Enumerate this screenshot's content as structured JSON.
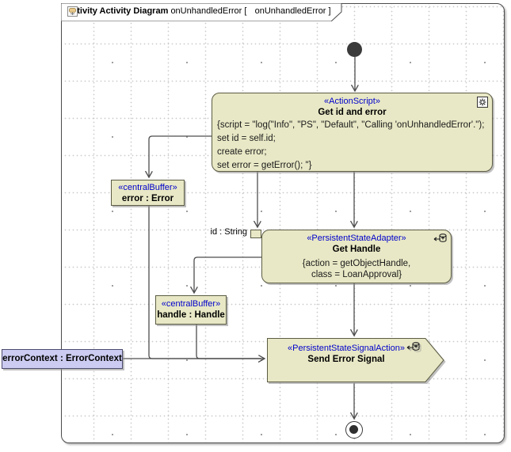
{
  "heading": {
    "keyword": "activity Activity Diagram",
    "name": "onUnhandledError [",
    "ref": "onUnhandledError",
    "close": "]",
    "icon": "activity-diagram-icon"
  },
  "nodes": {
    "action_script": {
      "stereotype": "«ActionScript»",
      "name": "Get id and error",
      "body_lines": [
        "{script = \"log(\"Info\", \"PS\", \"Default\", \"Calling 'onUnhandledError'.\");",
        "set id = self.id;",
        "create error;",
        "set error = getError(); \"}"
      ],
      "icon": "gear-icon"
    },
    "error_buffer": {
      "stereotype": "«centralBuffer»",
      "name": "error : Error"
    },
    "get_handle": {
      "stereotype": "«PersistentStateAdapter»",
      "name": "Get Handle",
      "body_lines": [
        "{action = getObjectHandle,",
        "class = LoanApproval}"
      ],
      "icon": "persistent-state-icon"
    },
    "handle_buffer": {
      "stereotype": "«centralBuffer»",
      "name": "handle : Handle"
    },
    "send_signal": {
      "stereotype": "«PersistentStateSignalAction»",
      "name": "Send Error Signal",
      "icon": "persistent-state-icon"
    },
    "error_context": {
      "name": "errorContext : ErrorContext"
    },
    "id_pin": {
      "label": "id : String"
    }
  },
  "colors": {
    "node_fill": "#e8e8c6",
    "node_border": "#5c5c44",
    "stereotype_color": "#0000cc",
    "param_fill": "#ccccf2",
    "param_border": "#4b4b6e",
    "edge_color": "#4d4d4d",
    "frame_border": "#4b4b4b"
  }
}
